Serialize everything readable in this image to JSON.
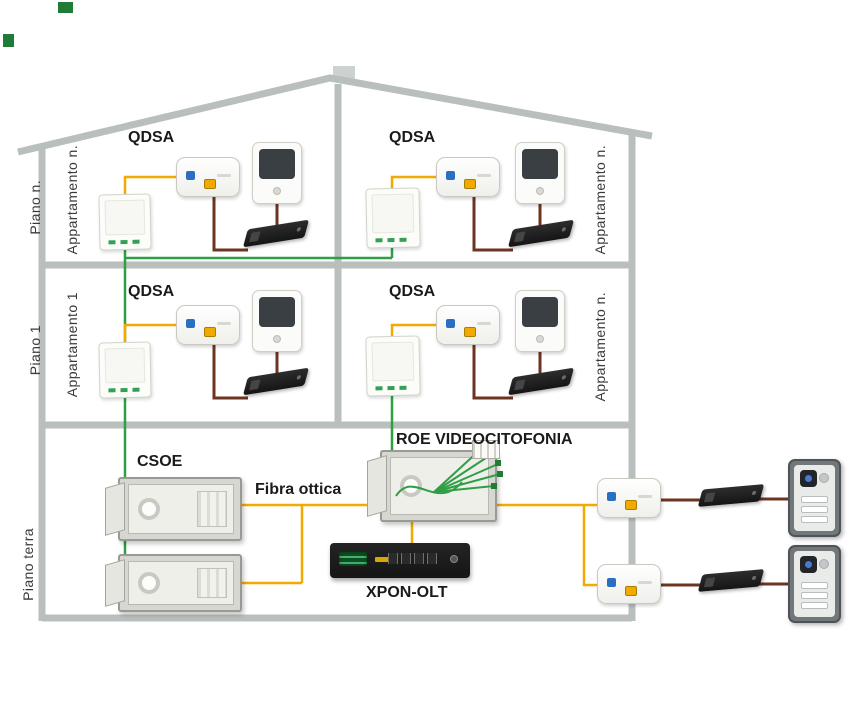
{
  "building": {
    "floors": [
      {
        "label": "Piano n.",
        "apartments": [
          {
            "label": "Appartamento n."
          },
          {
            "label": "Appartamento n."
          }
        ]
      },
      {
        "label": "Piano 1",
        "apartments": [
          {
            "label": "Appartamento 1"
          },
          {
            "label": "Appartamento n."
          }
        ]
      },
      {
        "label": "Piano terra",
        "apartments": []
      }
    ]
  },
  "labels": {
    "qdsa": "QDSA",
    "csoe": "CSOE",
    "fibra_ottica": "Fibra ottica",
    "roe_videocitofonia": "ROE VIDEOCITOFONIA",
    "xpon_olt": "XPON-OLT"
  },
  "colors": {
    "wall_gray": "#b9bfbd",
    "fiber_yellow": "#f2a900",
    "fiber_green": "#2f9e45",
    "copper_brown": "#6e3420",
    "device_black": "#151515"
  }
}
